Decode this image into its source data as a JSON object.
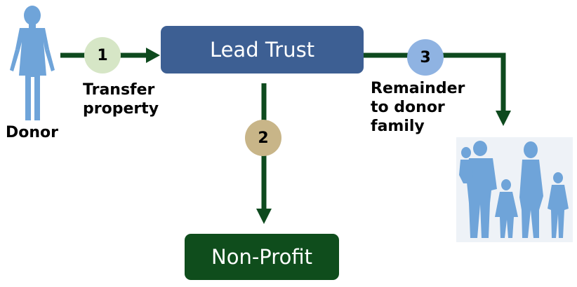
{
  "colors": {
    "arrow": "#0e4a1e",
    "lead_trust_box": "#3d5f93",
    "non_profit_box": "#0f4d1c",
    "step1_circle": "#d6e6c6",
    "step2_circle": "#c8b588",
    "step3_circle": "#8fb3e2",
    "figure_blue": "#6fa4d9"
  },
  "icons": {
    "donor": "woman-silhouette-icon",
    "family": "family-silhouette-icon"
  },
  "donor": {
    "label": "Donor"
  },
  "lead_trust": {
    "label": "Lead Trust"
  },
  "non_profit": {
    "label": "Non-Profit"
  },
  "steps": [
    {
      "number": "1",
      "label_lines": [
        "Transfer",
        "property"
      ]
    },
    {
      "number": "2"
    },
    {
      "number": "3",
      "label_lines": [
        "Remainder",
        "to donor",
        "family"
      ]
    }
  ]
}
